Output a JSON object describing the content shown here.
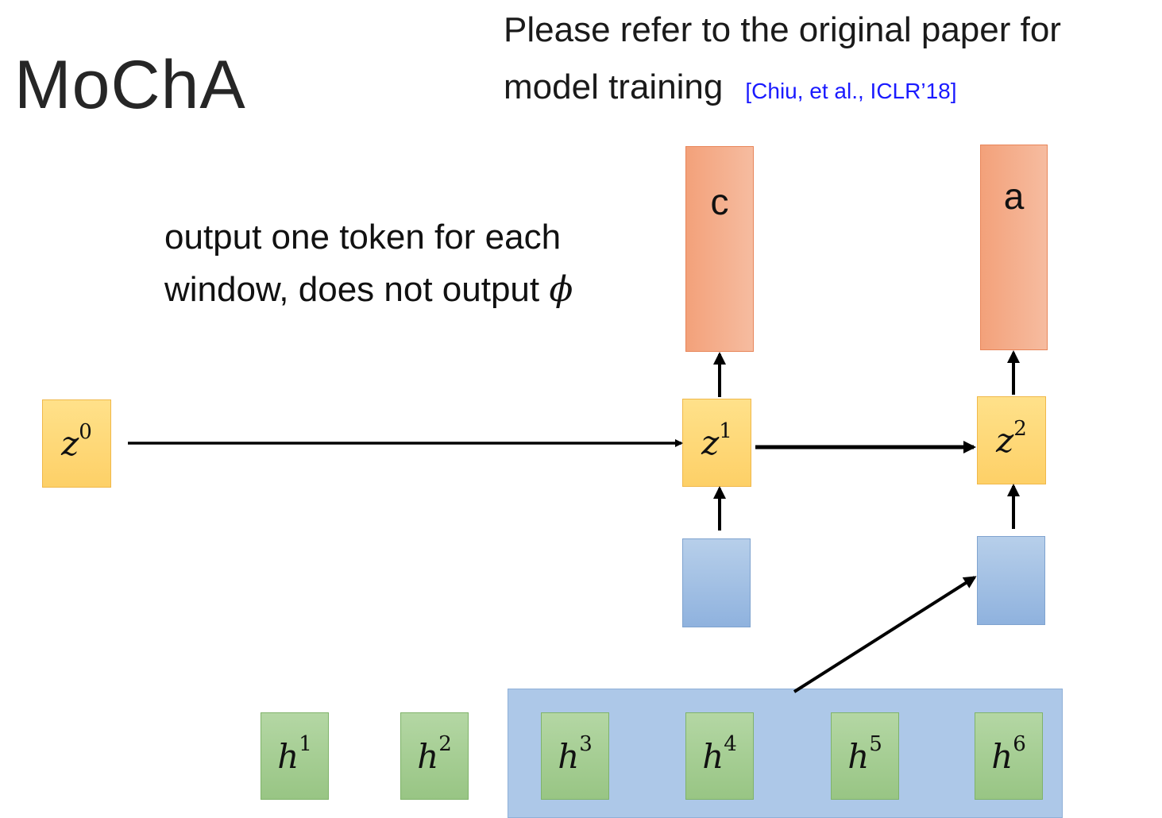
{
  "title": "MoChA",
  "note": {
    "line1": "Please refer to the original paper for",
    "line2": "model training",
    "citation": "[Chiu, et al., ICLR’18]"
  },
  "description": {
    "line1": "output one token for each",
    "line2_prefix": "window, does not output ",
    "phi": "ϕ"
  },
  "outputs": [
    {
      "label": "c"
    },
    {
      "label": "a"
    }
  ],
  "states": [
    {
      "base": "z",
      "sup": "0"
    },
    {
      "base": "z",
      "sup": "1"
    },
    {
      "base": "z",
      "sup": "2"
    }
  ],
  "encoder": [
    {
      "base": "h",
      "sup": "1"
    },
    {
      "base": "h",
      "sup": "2"
    },
    {
      "base": "h",
      "sup": "3"
    },
    {
      "base": "h",
      "sup": "4"
    },
    {
      "base": "h",
      "sup": "5"
    },
    {
      "base": "h",
      "sup": "6"
    }
  ],
  "colors": {
    "output": "#f3a17a",
    "state": "#fdd067",
    "context": "#8fb2de",
    "encoder": "#98c584",
    "window": "#adc8e8",
    "citation": "#1a1aff"
  }
}
